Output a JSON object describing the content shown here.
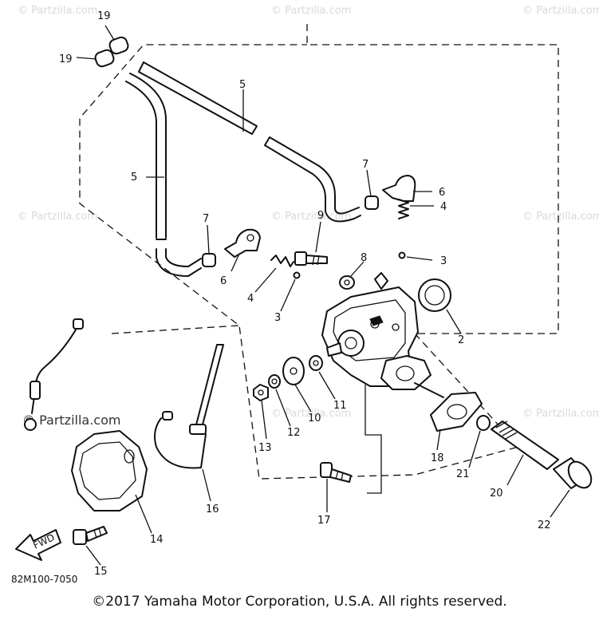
{
  "watermark": "© Partzilla.com",
  "callouts": {
    "c19a": "19",
    "c19b": "19",
    "c5a": "5",
    "c5b": "5",
    "c7a": "7",
    "c7b": "7",
    "c6a": "6",
    "c6b": "6",
    "c4a": "4",
    "c4b": "4",
    "c3a": "3",
    "c3b": "3",
    "c9": "9",
    "c8": "8",
    "c2": "2",
    "c11": "11",
    "c10": "10",
    "c12": "12",
    "c13": "13",
    "c18": "18",
    "c21": "21",
    "c20": "20",
    "c22": "22",
    "c17": "17",
    "c14": "14",
    "c16": "16",
    "c15": "15"
  },
  "fwd_label": "FWD",
  "diagram_code": "82M100-7050",
  "copyright": "©2017 Yamaha Motor Corporation, U.S.A. All rights reserved."
}
